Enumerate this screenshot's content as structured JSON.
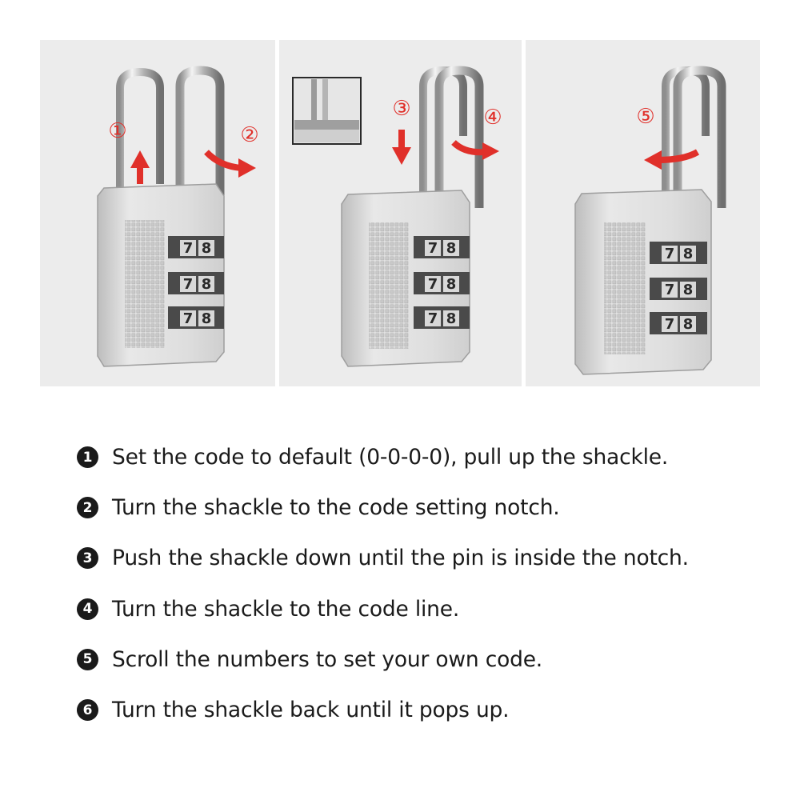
{
  "panels": [
    {
      "markers": [
        "①",
        "②"
      ],
      "dials": [
        "7",
        "8",
        "7",
        "8",
        "7",
        "8"
      ]
    },
    {
      "markers": [
        "③",
        "④"
      ],
      "dials": [
        "7",
        "8",
        "7",
        "8",
        "7",
        "8"
      ]
    },
    {
      "markers": [
        "⑤"
      ],
      "dials": [
        "7",
        "8",
        "7",
        "8",
        "7",
        "8"
      ]
    }
  ],
  "steps": [
    {
      "badge": "1",
      "text": "Set the code to default (0-0-0-0), pull up the shackle."
    },
    {
      "badge": "2",
      "text": "Turn the shackle to the code setting notch."
    },
    {
      "badge": "3",
      "text": "Push the shackle down until the pin is inside the notch."
    },
    {
      "badge": "4",
      "text": "Turn the shackle to the code line."
    },
    {
      "badge": "5",
      "text": "Scroll the numbers to set your own code."
    },
    {
      "badge": "6",
      "text": "Turn the shackle back until it pops up."
    }
  ],
  "colors": {
    "arrow": "#e0302a",
    "panel_bg": "#ececec",
    "text": "#1a1a1a"
  }
}
